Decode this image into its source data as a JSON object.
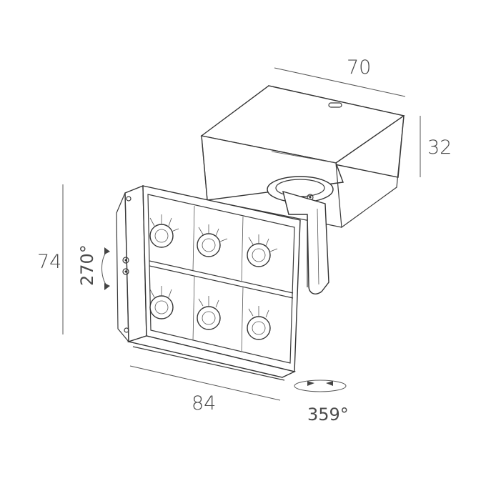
{
  "dimensions": {
    "width_top": "70",
    "height_box": "32",
    "height_head": "74",
    "width_head": "84"
  },
  "rotations": {
    "tilt": "270°",
    "pan": "359°"
  },
  "colors": {
    "line": "#3a3a3a",
    "text": "#4a4a4a"
  }
}
